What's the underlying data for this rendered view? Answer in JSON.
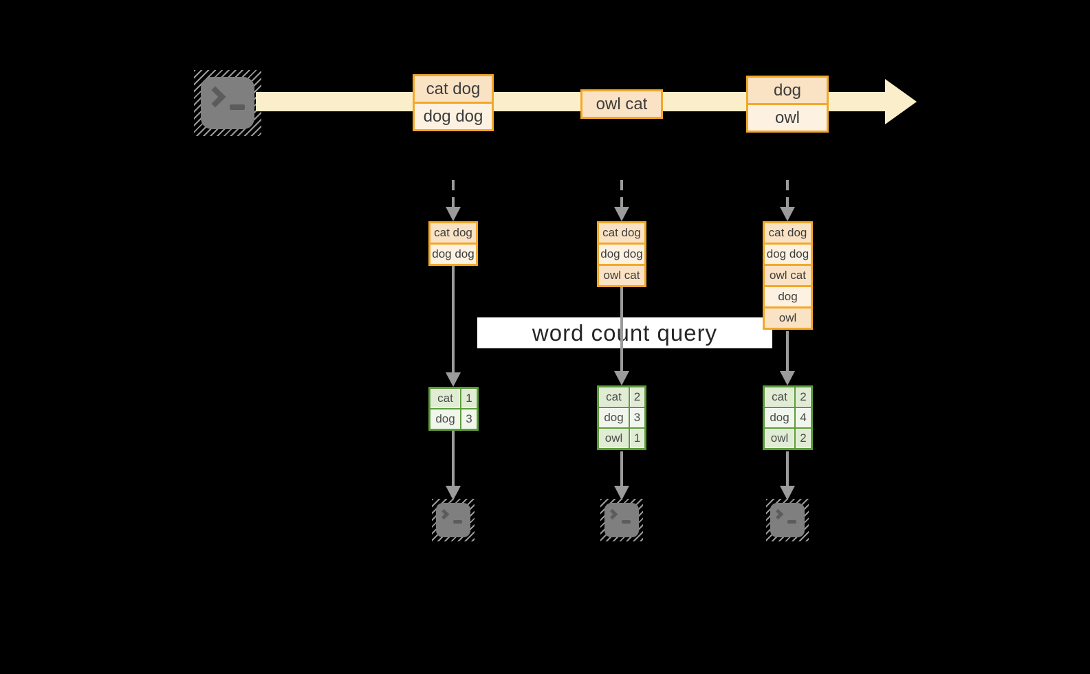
{
  "diagram": {
    "kind": "streaming word-count dataflow",
    "query": {
      "label": "word count query"
    },
    "stream": {
      "source_icon": "terminal-icon",
      "events": [
        {
          "lines": [
            "cat dog",
            "dog dog"
          ]
        },
        {
          "lines": [
            "owl cat"
          ]
        },
        {
          "lines": [
            "dog",
            "owl"
          ]
        }
      ]
    },
    "columns": [
      {
        "state": [
          "cat dog",
          "dog dog"
        ],
        "counts": [
          {
            "word": "cat",
            "count": "1"
          },
          {
            "word": "dog",
            "count": "3"
          }
        ],
        "sink_icon": "terminal-icon"
      },
      {
        "state": [
          "cat dog",
          "dog dog",
          "owl cat"
        ],
        "counts": [
          {
            "word": "cat",
            "count": "2"
          },
          {
            "word": "dog",
            "count": "3"
          },
          {
            "word": "owl",
            "count": "1"
          }
        ],
        "sink_icon": "terminal-icon"
      },
      {
        "state": [
          "cat dog",
          "dog dog",
          "owl cat",
          "dog",
          "owl"
        ],
        "counts": [
          {
            "word": "cat",
            "count": "2"
          },
          {
            "word": "dog",
            "count": "4"
          },
          {
            "word": "owl",
            "count": "2"
          }
        ],
        "sink_icon": "terminal-icon"
      }
    ],
    "colors": {
      "background": "#000000",
      "stream_band": "#FBEFCB",
      "event_border": "#F2A828",
      "event_fill_dark": "#FAE2C4",
      "event_fill_light": "#FDF2E1",
      "table_border": "#5C9C38",
      "table_fill_dark": "#E0ECD3",
      "table_fill_light": "#F1F6EC",
      "arrow_gray": "#9B9B9B",
      "query_band": "#FFFFFF"
    }
  }
}
